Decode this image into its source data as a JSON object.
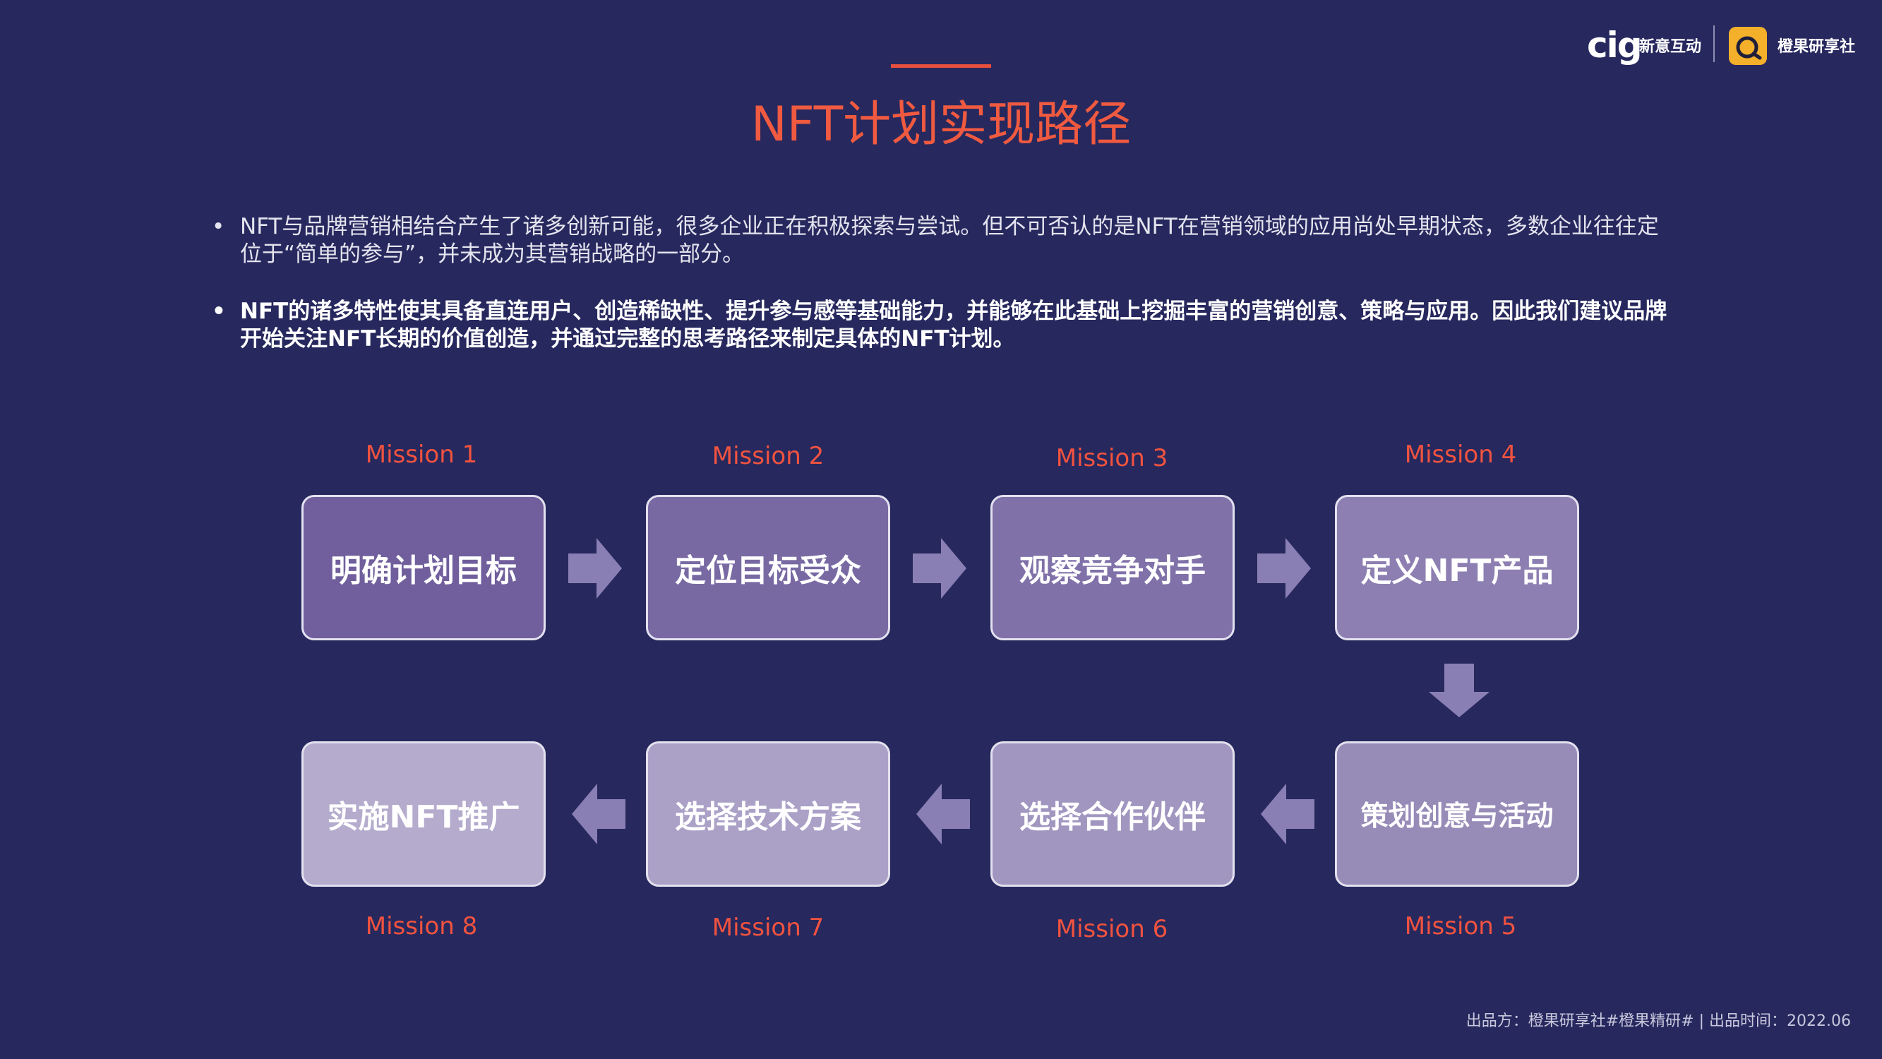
{
  "header": {
    "cig_logo": "cig",
    "cig_brand": "新意互动",
    "orange_brand": "橙果研享社"
  },
  "title": "NFT计划实现路径",
  "bullets": [
    "NFT与品牌营销相结合产生了诸多创新可能，很多企业正在积极探索与尝试。但不可否认的是NFT在营销领域的应用尚处早期状态，多数企业往往定位于“简单的参与”，并未成为其营销战略的一部分。",
    "NFT的诸多特性使其具备直连用户、创造稀缺性、提升参与感等基础能力，并能够在此基础上挖掘丰富的营销创意、策略与应用。因此我们建议品牌开始关注NFT长期的价值创造，并通过完整的思考路径来制定具体的NFT计划。"
  ],
  "bullet_symbol": "•",
  "missions": [
    {
      "label": "Mission 1",
      "text": "明确计划目标",
      "color": "#705f9c"
    },
    {
      "label": "Mission 2",
      "text": "定位目标受众",
      "color": "#7869a3"
    },
    {
      "label": "Mission 3",
      "text": "观察竞争对手",
      "color": "#8071a9"
    },
    {
      "label": "Mission 4",
      "text": "定义NFT产品",
      "color": "#8d7fb2"
    },
    {
      "label": "Mission 5",
      "text": "策划创意与活动",
      "color": "#978bb8"
    },
    {
      "label": "Mission 6",
      "text": "选择合作伙伴",
      "color": "#a196c0"
    },
    {
      "label": "Mission 7",
      "text": "选择技术方案",
      "color": "#aba1c7"
    },
    {
      "label": "Mission 8",
      "text": "实施NFT推广",
      "color": "#b4abcd"
    }
  ],
  "arrow_color": "#8a7fb5",
  "footer": "出品方：橙果研享社#橙果精研# | 出品时间：2022.06"
}
